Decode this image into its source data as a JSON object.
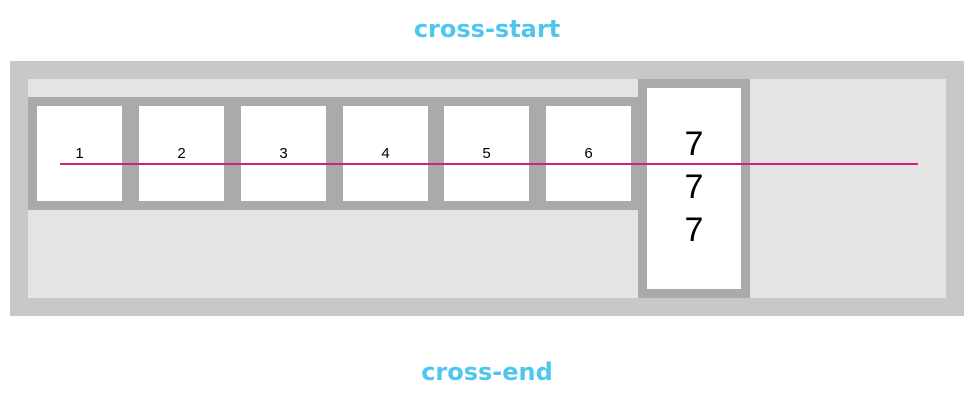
{
  "labels": {
    "cross_start": "cross-start",
    "cross_end": "cross-end"
  },
  "items": [
    {
      "label": "1"
    },
    {
      "label": "2"
    },
    {
      "label": "3"
    },
    {
      "label": "4"
    },
    {
      "label": "5"
    },
    {
      "label": "6"
    },
    {
      "label": "7\n7\n7"
    }
  ],
  "colors": {
    "axis_label": "#4fc7ec",
    "baseline": "#d81b8c",
    "outer_container": "#c8c8c8",
    "inner_container": "#e4e4e4",
    "item_border": "#aaaaaa",
    "item_fill": "#ffffff"
  }
}
